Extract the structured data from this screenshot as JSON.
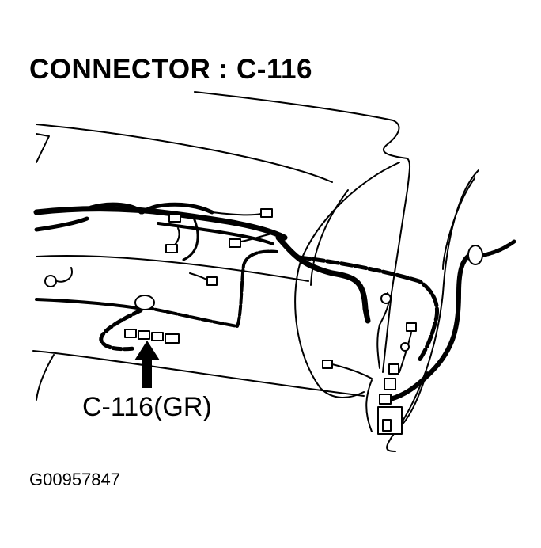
{
  "diagram": {
    "title": "CONNECTOR : C-116",
    "callout_label": "C-116(GR)",
    "figure_id": "G00957847",
    "colors": {
      "line": "#000000",
      "background": "#ffffff"
    },
    "elements": [
      {
        "name": "dashboard-outline",
        "type": "line-art"
      },
      {
        "name": "main-wire-harness",
        "type": "harness"
      },
      {
        "name": "connector-c116-group",
        "type": "connector",
        "label": "C-116(GR)"
      },
      {
        "name": "pointer-arrow",
        "type": "arrow",
        "direction": "up"
      },
      {
        "name": "grommet",
        "type": "grommet"
      },
      {
        "name": "junction-block",
        "type": "connector-block"
      }
    ]
  }
}
